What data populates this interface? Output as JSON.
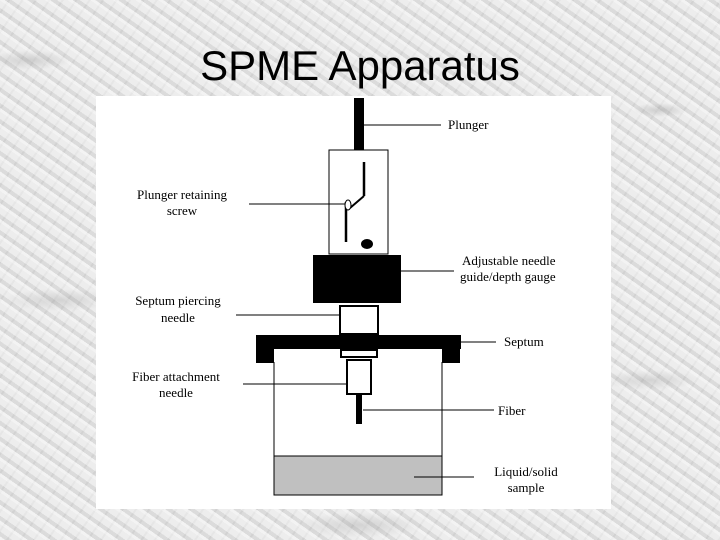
{
  "slide": {
    "title": "SPME Apparatus"
  },
  "diagram": {
    "labels": {
      "plunger": "Plunger",
      "plunger_retaining_screw_1": "Plunger retaining",
      "plunger_retaining_screw_2": "screw",
      "adjustable_needle_1": "Adjustable needle",
      "adjustable_needle_2": "guide/depth gauge",
      "septum_piercing_1": "Septum piercing",
      "septum_piercing_2": "needle",
      "septum": "Septum",
      "fiber_attachment_1": "Fiber attachment",
      "fiber_attachment_2": "needle",
      "fiber": "Fiber",
      "sample_1": "Liquid/solid",
      "sample_2": "sample"
    },
    "colors": {
      "ink": "#000000",
      "sample_fill": "#c0c0c0",
      "background_panel": "#ffffff"
    }
  }
}
